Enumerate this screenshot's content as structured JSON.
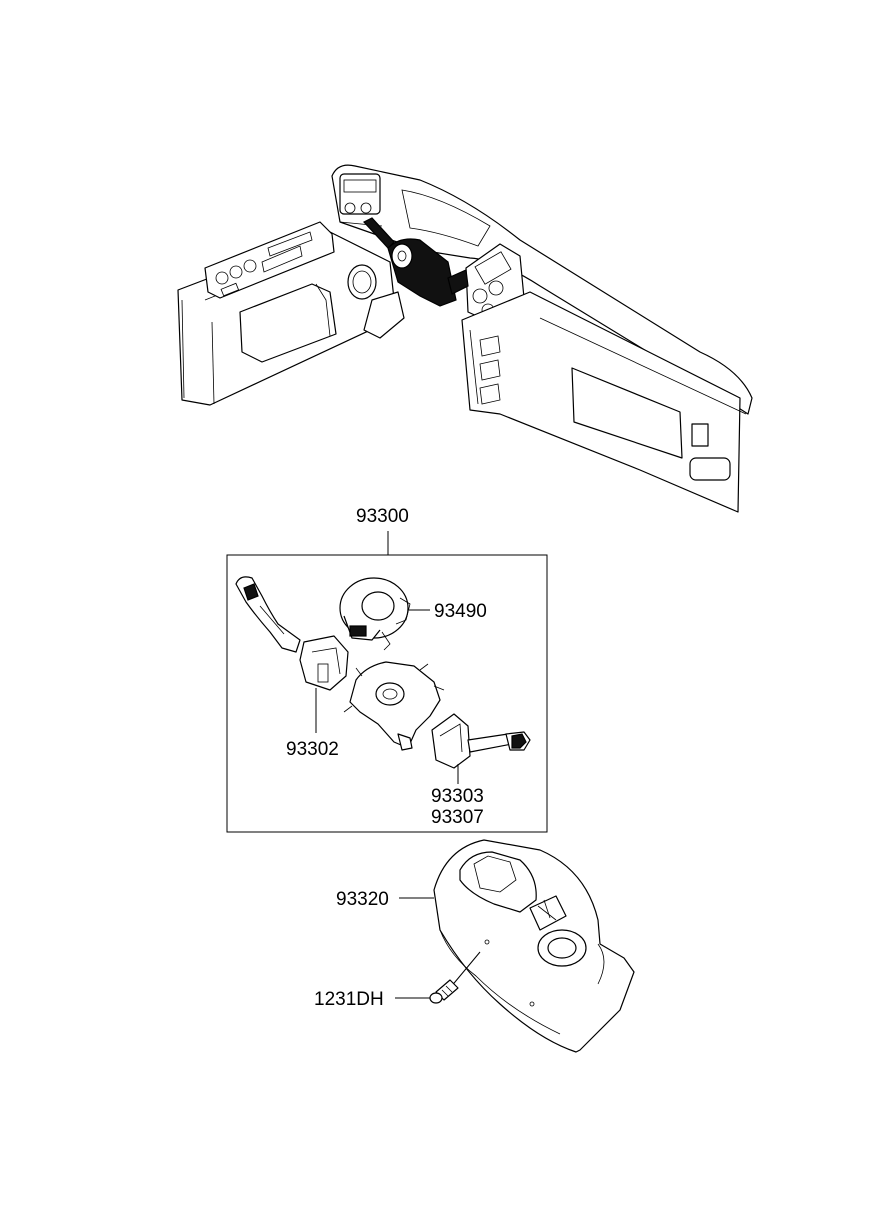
{
  "labels": {
    "assembly": "93300",
    "clock_spring": "93490",
    "left_lever_switch": "93302",
    "right_lever_switch_a": "93303",
    "right_lever_switch_b": "93307",
    "column_shroud": "93320",
    "screw": "1231DH"
  }
}
